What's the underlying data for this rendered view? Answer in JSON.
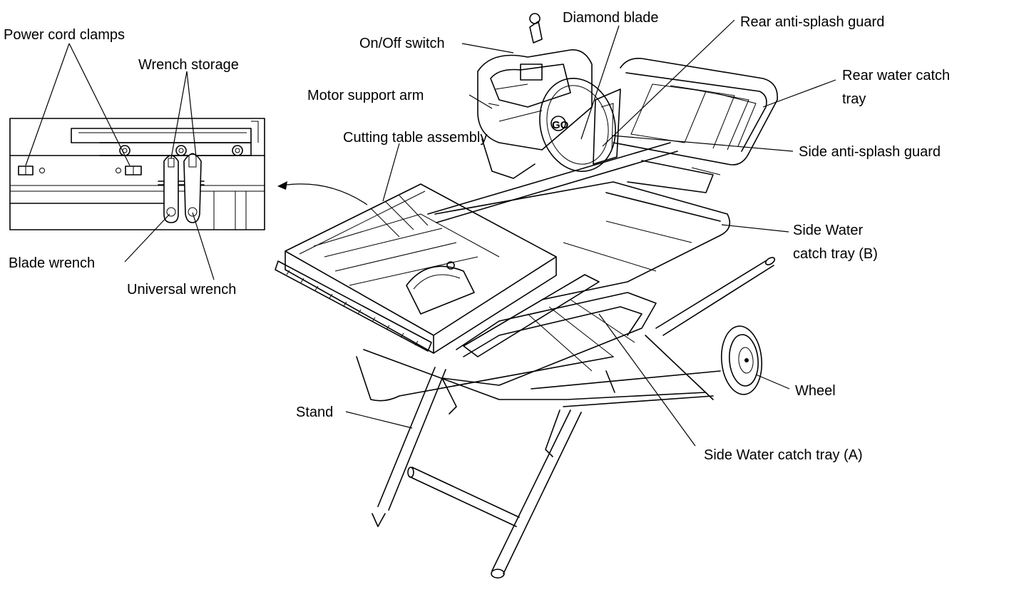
{
  "labels": {
    "power_cord_clamps": "Power cord clamps",
    "wrench_storage": "Wrench storage",
    "blade_wrench": "Blade wrench",
    "universal_wrench": "Universal wrench",
    "on_off_switch": "On/Off switch",
    "diamond_blade": "Diamond blade",
    "rear_anti_splash_guard": "Rear anti-splash guard",
    "rear_water_catch_tray_line1": "Rear water catch",
    "rear_water_catch_tray_line2": "tray",
    "motor_support_arm": "Motor support arm",
    "cutting_table_assembly": "Cutting table assembly",
    "side_anti_splash_guard": "Side anti-splash guard",
    "side_water_catch_tray_b_line1": "Side Water",
    "side_water_catch_tray_b_line2": "catch tray (B)",
    "wheel": "Wheel",
    "stand": "Stand",
    "side_water_catch_tray_a": "Side Water catch tray (A)"
  },
  "blade_logo_text": "GO",
  "colors": {
    "line": "#000000",
    "background": "#ffffff"
  }
}
